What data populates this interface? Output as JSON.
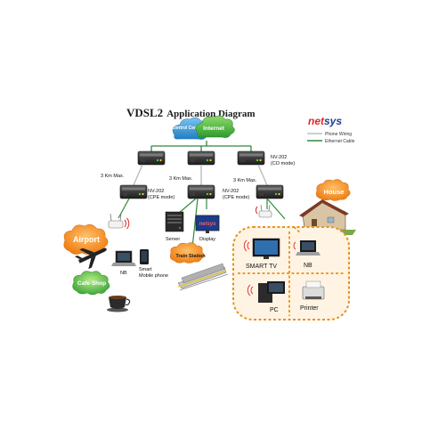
{
  "title": "VDSL2 Application Diagram",
  "title_main": "VDSL2",
  "title_rest": "Application Diagram",
  "brand": {
    "net": "net",
    "sys": "sys",
    "net_color": "#e0262b",
    "sys_color": "#1a3d8f"
  },
  "legend": {
    "phone_wiring": "Phone Wiring",
    "ethernet_cable": "Ethernet Cable",
    "phone_color": "#bdbdbd",
    "ethernet_color": "#2e8b3a"
  },
  "clouds": {
    "control_center": "Control Center",
    "internet": "Internet"
  },
  "co_label": {
    "model": "NV-202",
    "mode": "(CO mode)"
  },
  "cpe_left": {
    "model": "NV-202",
    "mode": "(CPE mode)"
  },
  "cpe_right": {
    "model": "NV-202",
    "mode": "(CPE mode)"
  },
  "distance": {
    "left": "3 Km Max.",
    "mid": "3 Km Max.",
    "right": "3 Km Max."
  },
  "places": {
    "airport": "Airport",
    "cafe_shop": "Cafe Shop",
    "train_station": "Train Station",
    "house": "House"
  },
  "devices": {
    "server": "Server",
    "display": "Display",
    "display_brand": "netsys",
    "nb_left": "NB",
    "smart_mobile_1": "Smart",
    "smart_mobile_2": "Mobile phone",
    "smart_tv": "SMART TV",
    "nb_home": "NB",
    "pc": "PC",
    "printer": "Printer"
  },
  "colors": {
    "cloud_blue": "#3a9ad9",
    "cloud_green": "#3dab3d",
    "cloud_orange": "#f28a1f",
    "house_border": "#e8921e"
  }
}
